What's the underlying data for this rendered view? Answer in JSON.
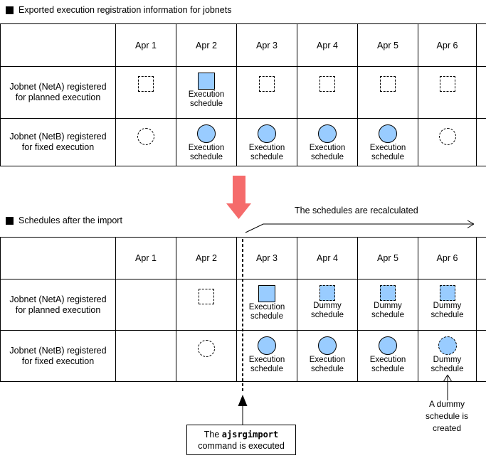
{
  "colors": {
    "schedule_blue": "#99CCFF",
    "import_arrow_red": "#F56B6B"
  },
  "exported": {
    "title": "Exported execution registration information for jobnets",
    "columns": [
      "Apr 1",
      "Apr 2",
      "Apr 3",
      "Apr 4",
      "Apr 5",
      "Apr 6"
    ],
    "rows": [
      {
        "label": "Jobnet (NetA) registered\nfor planned execution",
        "cells": [
          {
            "icon": "dashed-square-icon",
            "label": ""
          },
          {
            "icon": "execution-schedule-square-icon",
            "label": "Execution\nschedule"
          },
          {
            "icon": "dashed-square-icon",
            "label": ""
          },
          {
            "icon": "dashed-square-icon",
            "label": ""
          },
          {
            "icon": "dashed-square-icon",
            "label": ""
          },
          {
            "icon": "dashed-square-icon",
            "label": ""
          }
        ]
      },
      {
        "label": "Jobnet (NetB) registered\nfor fixed execution",
        "cells": [
          {
            "icon": "dashed-circle-icon",
            "label": ""
          },
          {
            "icon": "execution-schedule-circle-icon",
            "label": "Execution\nschedule"
          },
          {
            "icon": "execution-schedule-circle-icon",
            "label": "Execution\nschedule"
          },
          {
            "icon": "execution-schedule-circle-icon",
            "label": "Execution\nschedule"
          },
          {
            "icon": "execution-schedule-circle-icon",
            "label": "Execution\nschedule"
          },
          {
            "icon": "dashed-circle-icon",
            "label": ""
          }
        ]
      }
    ]
  },
  "imported": {
    "title": "Schedules after the import",
    "columns": [
      "Apr 1",
      "Apr 2",
      "Apr 3",
      "Apr 4",
      "Apr 5",
      "Apr 6"
    ],
    "rows": [
      {
        "label": "Jobnet (NetA) registered\nfor planned execution",
        "cells": [
          {
            "icon": "none",
            "label": ""
          },
          {
            "icon": "dashed-square-icon",
            "label": ""
          },
          {
            "icon": "execution-schedule-square-icon",
            "label": "Execution\nschedule"
          },
          {
            "icon": "dummy-schedule-square-icon",
            "label": "Dummy\nschedule"
          },
          {
            "icon": "dummy-schedule-square-icon",
            "label": "Dummy\nschedule"
          },
          {
            "icon": "dummy-schedule-square-icon",
            "label": "Dummy\nschedule"
          }
        ]
      },
      {
        "label": "Jobnet (NetB) registered\nfor fixed execution",
        "cells": [
          {
            "icon": "none",
            "label": ""
          },
          {
            "icon": "dashed-circle-icon",
            "label": ""
          },
          {
            "icon": "execution-schedule-circle-icon",
            "label": "Execution\nschedule"
          },
          {
            "icon": "execution-schedule-circle-icon",
            "label": "Execution\nschedule"
          },
          {
            "icon": "execution-schedule-circle-icon",
            "label": "Execution\nschedule"
          },
          {
            "icon": "dummy-schedule-circle-icon",
            "label": "Dummy\nschedule"
          }
        ]
      }
    ]
  },
  "annotations": {
    "recalculated": "The schedules are recalculated",
    "command_prefix": "The ",
    "command_name": "ajsrgimport",
    "command_suffix": "command is executed",
    "dummy_note": "A dummy\nschedule is\ncreated"
  }
}
